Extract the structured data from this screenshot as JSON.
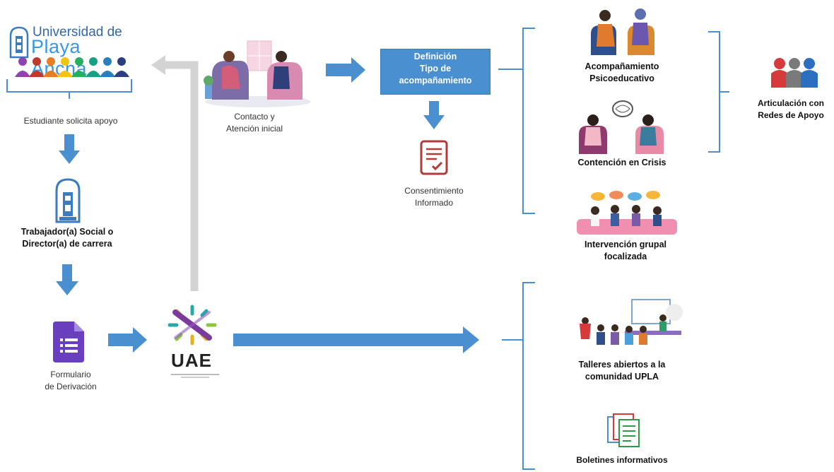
{
  "logo": {
    "line1": "Universidad de",
    "line2": "Playa Ancha"
  },
  "nodes": {
    "student": "Estudiante solicita apoyo",
    "social_worker": [
      "Trabajador(a) Social o",
      "Director(a) de carrera"
    ],
    "form": [
      "Formulario",
      "de Derivación"
    ],
    "uae": "UAE",
    "contact": [
      "Contacto y",
      "Atención inicial"
    ],
    "definition": [
      "Definición",
      "Tipo de",
      "acompañamiento"
    ],
    "consent": [
      "Consentimiento",
      "Informado"
    ],
    "psychoeducational": [
      "Acompañamiento",
      "Psicoeducativo"
    ],
    "crisis": "Contención en Crisis",
    "group": [
      "Intervención grupal",
      "focalizada"
    ],
    "networks": [
      "Articulación con",
      "Redes de Apoyo"
    ],
    "workshops": [
      "Talleres abiertos a la",
      "comunidad UPLA"
    ],
    "bulletins": "Boletines informativos"
  },
  "colors": {
    "arrow": "#4a8fcf",
    "box": "#4a8fcf",
    "return_arrow": "#d3d3d3",
    "bracket": "#4a8fcf"
  }
}
